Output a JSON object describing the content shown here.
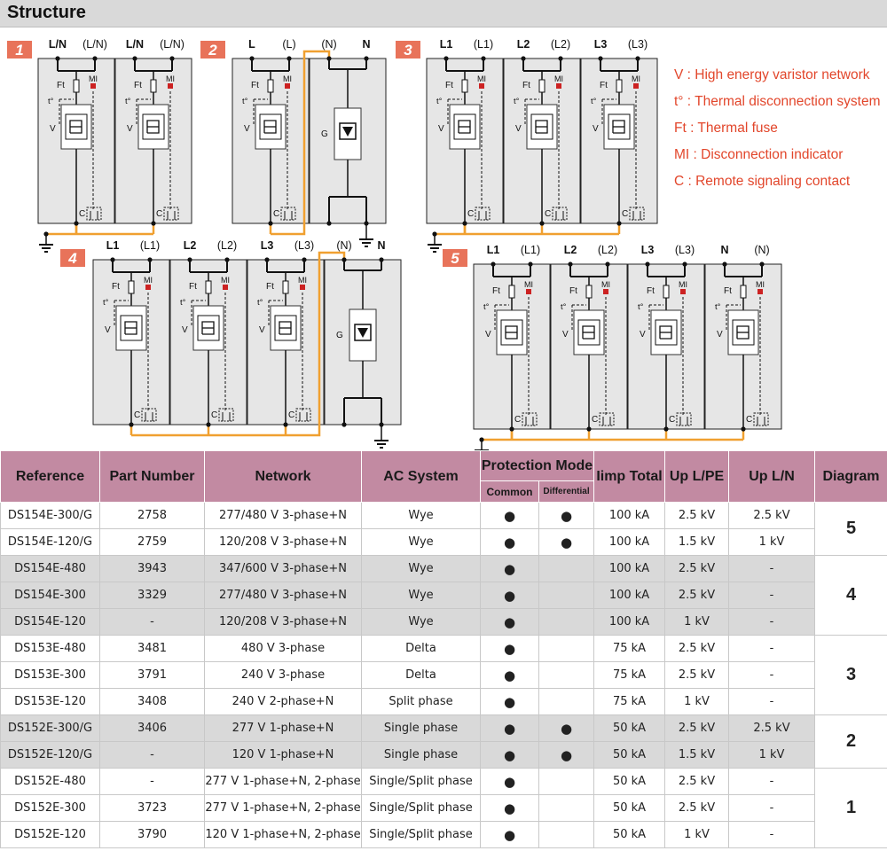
{
  "header": {
    "title": "Structure"
  },
  "legend": [
    "V : High energy varistor network",
    "t° : Thermal disconnection system",
    "Ft : Thermal fuse",
    "MI : Disconnection indicator",
    "C : Remote signaling contact"
  ],
  "diagrams": [
    {
      "number": "1",
      "labels": [
        [
          "L/N",
          "(L/N)"
        ],
        [
          "L/N",
          "(L/N)"
        ]
      ],
      "modules": [
        "V",
        "V"
      ]
    },
    {
      "number": "2",
      "labels": [
        [
          "L",
          "(L)"
        ],
        [
          "(N)",
          "N"
        ]
      ],
      "modules": [
        "V",
        "G"
      ]
    },
    {
      "number": "3",
      "labels": [
        [
          "L1",
          "(L1)"
        ],
        [
          "L2",
          "(L2)"
        ],
        [
          "L3",
          "(L3)"
        ]
      ],
      "modules": [
        "V",
        "V",
        "V"
      ]
    },
    {
      "number": "4",
      "labels": [
        [
          "L1",
          "(L1)"
        ],
        [
          "L2",
          "(L2)"
        ],
        [
          "L3",
          "(L3)"
        ],
        [
          "(N)",
          "N"
        ]
      ],
      "modules": [
        "V",
        "V",
        "V",
        "G"
      ]
    },
    {
      "number": "5",
      "labels": [
        [
          "L1",
          "(L1)"
        ],
        [
          "L2",
          "(L2)"
        ],
        [
          "L3",
          "(L3)"
        ],
        [
          "N",
          "(N)"
        ]
      ],
      "modules": [
        "V",
        "V",
        "V",
        "V"
      ]
    }
  ],
  "component_labels": {
    "ft": "Ft",
    "mi": "MI",
    "t": "t°",
    "v": "V",
    "c": "C",
    "g": "G"
  },
  "colors": {
    "accent": "#e8735a",
    "wire": "#f0a030",
    "header_bg": "#c28aa2",
    "module_bg": "#e6e6e6",
    "indicator": "#cc2222"
  },
  "table": {
    "headers": {
      "reference": "Reference",
      "part_number": "Part Number",
      "network": "Network",
      "ac_system": "AC System",
      "protection_mode": "Protection Mode",
      "common": "Common",
      "differential": "Differential",
      "iimp_total": "Iimp Total",
      "up_lpe": "Up L/PE",
      "up_ln": "Up L/N",
      "diagram": "Diagram"
    },
    "rows": [
      {
        "ref": "DS154E-300/G",
        "part": "2758",
        "network": "277/480 V 3-phase+N",
        "ac": "Wye",
        "common": true,
        "diff": true,
        "iimp": "100 kA",
        "uplpe": "2.5 kV",
        "upln": "2.5 kV"
      },
      {
        "ref": "DS154E-120/G",
        "part": "2759",
        "network": "120/208 V 3-phase+N",
        "ac": "Wye",
        "common": true,
        "diff": true,
        "iimp": "100 kA",
        "uplpe": "1.5 kV",
        "upln": "1 kV"
      },
      {
        "ref": "DS154E-480",
        "part": "3943",
        "network": "347/600 V 3-phase+N",
        "ac": "Wye",
        "common": true,
        "diff": false,
        "iimp": "100 kA",
        "uplpe": "2.5 kV",
        "upln": "-"
      },
      {
        "ref": "DS154E-300",
        "part": "3329",
        "network": "277/480 V 3-phase+N",
        "ac": "Wye",
        "common": true,
        "diff": false,
        "iimp": "100 kA",
        "uplpe": "2.5 kV",
        "upln": "-"
      },
      {
        "ref": "DS154E-120",
        "part": "-",
        "network": "120/208 V 3-phase+N",
        "ac": "Wye",
        "common": true,
        "diff": false,
        "iimp": "100 kA",
        "uplpe": "1 kV",
        "upln": "-"
      },
      {
        "ref": "DS153E-480",
        "part": "3481",
        "network": "480 V 3-phase",
        "ac": "Delta",
        "common": true,
        "diff": false,
        "iimp": "75 kA",
        "uplpe": "2.5 kV",
        "upln": "-"
      },
      {
        "ref": "DS153E-300",
        "part": "3791",
        "network": "240 V 3-phase",
        "ac": "Delta",
        "common": true,
        "diff": false,
        "iimp": "75 kA",
        "uplpe": "2.5 kV",
        "upln": "-"
      },
      {
        "ref": "DS153E-120",
        "part": "3408",
        "network": "240 V 2-phase+N",
        "ac": "Split phase",
        "common": true,
        "diff": false,
        "iimp": "75 kA",
        "uplpe": "1 kV",
        "upln": "-"
      },
      {
        "ref": "DS152E-300/G",
        "part": "3406",
        "network": "277 V 1-phase+N",
        "ac": "Single phase",
        "common": true,
        "diff": true,
        "iimp": "50 kA",
        "uplpe": "2.5 kV",
        "upln": "2.5 kV"
      },
      {
        "ref": "DS152E-120/G",
        "part": "-",
        "network": "120 V 1-phase+N",
        "ac": "Single phase",
        "common": true,
        "diff": true,
        "iimp": "50 kA",
        "uplpe": "1.5 kV",
        "upln": "1 kV"
      },
      {
        "ref": "DS152E-480",
        "part": "-",
        "network": "277 V 1-phase+N, 2-phase",
        "ac": "Single/Split phase",
        "common": true,
        "diff": false,
        "iimp": "50 kA",
        "uplpe": "2.5 kV",
        "upln": "-"
      },
      {
        "ref": "DS152E-300",
        "part": "3723",
        "network": "277 V 1-phase+N, 2-phase",
        "ac": "Single/Split phase",
        "common": true,
        "diff": false,
        "iimp": "50 kA",
        "uplpe": "2.5 kV",
        "upln": "-"
      },
      {
        "ref": "DS152E-120",
        "part": "3790",
        "network": "120 V 1-phase+N, 2-phase",
        "ac": "Single/Split phase",
        "common": true,
        "diff": false,
        "iimp": "50 kA",
        "uplpe": "1 kV",
        "upln": "-"
      }
    ],
    "diagram_groups": [
      {
        "label": "5",
        "rows": 2
      },
      {
        "label": "4",
        "rows": 3
      },
      {
        "label": "3",
        "rows": 3
      },
      {
        "label": "2",
        "rows": 2
      },
      {
        "label": "1",
        "rows": 3
      }
    ],
    "grey_rows": [
      2,
      3,
      4,
      8,
      9
    ],
    "bullet": "●"
  }
}
